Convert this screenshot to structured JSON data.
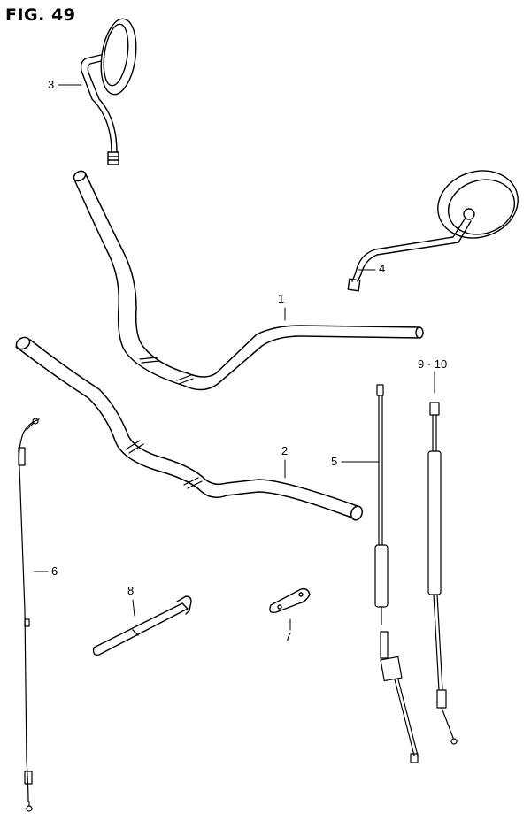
{
  "figure": {
    "title": "FIG. 49"
  },
  "callouts": {
    "c1": "1",
    "c2": "2",
    "c3": "3",
    "c4": "4",
    "c5": "5",
    "c6": "6",
    "c7": "7",
    "c8": "8",
    "c9_10": "9 · 10"
  }
}
